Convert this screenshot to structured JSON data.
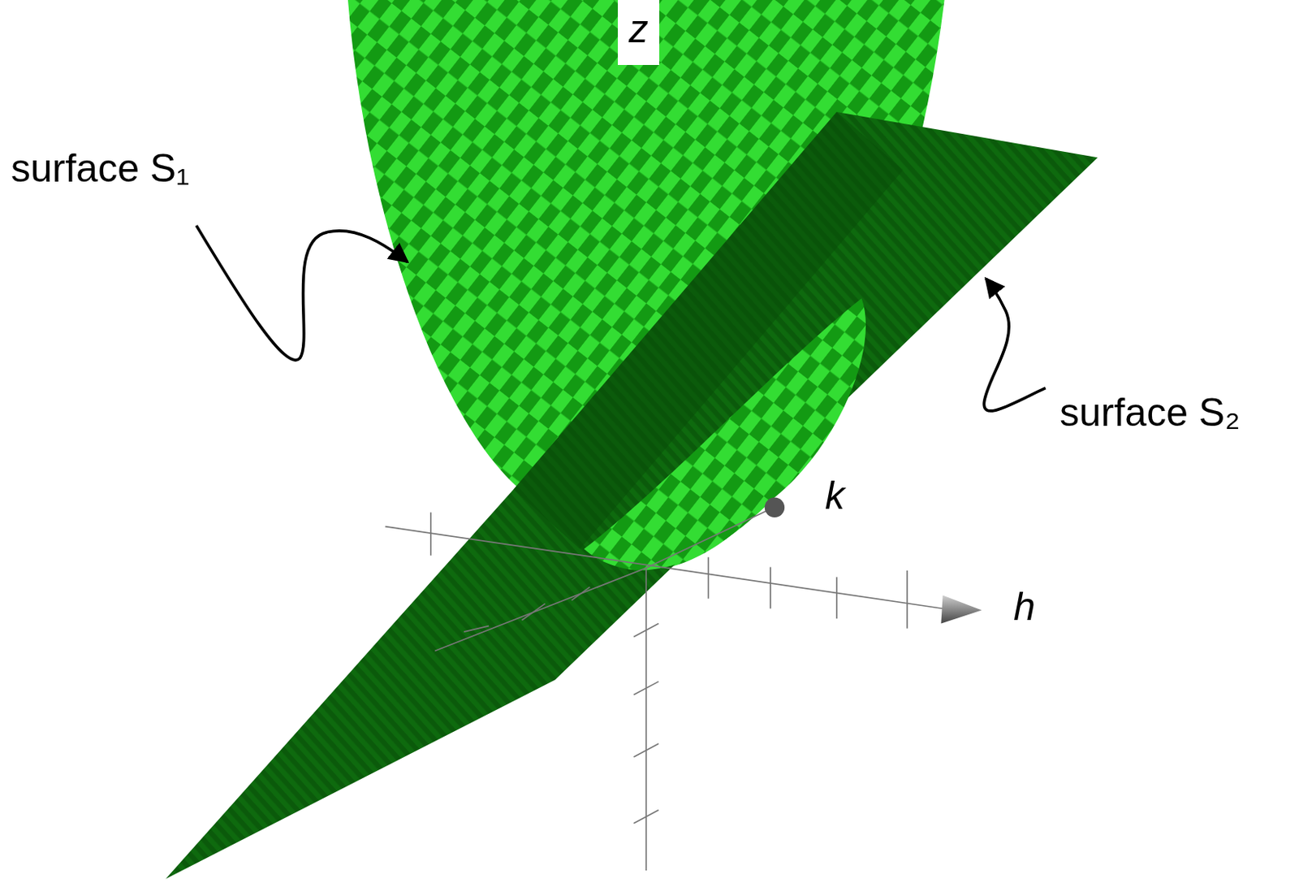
{
  "diagram": {
    "labels": [
      "z",
      "surface S₁",
      "surface S₂",
      "k",
      "h"
    ]
  }
}
